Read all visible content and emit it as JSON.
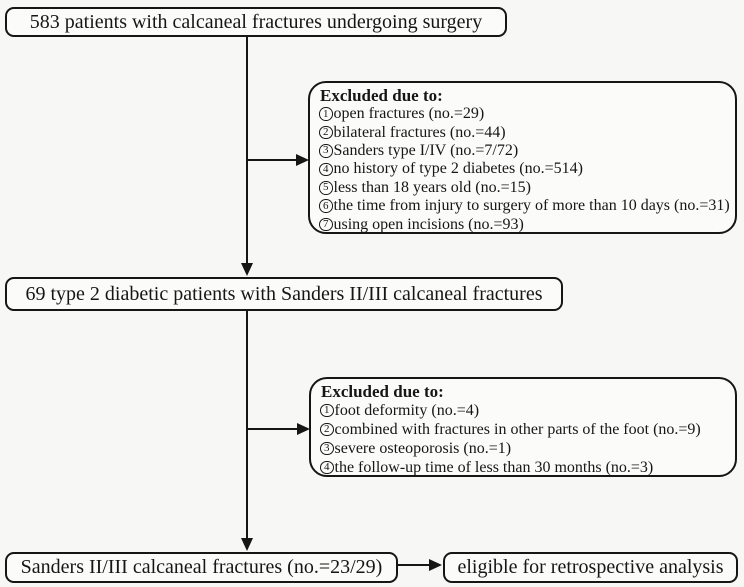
{
  "diagram": {
    "top_box": "583 patients with calcaneal fractures undergoing surgery",
    "exclusion_box_1": {
      "heading": "Excluded due to:",
      "items": [
        {
          "num": "1",
          "text": "open fractures (no.=29)"
        },
        {
          "num": "2",
          "text": "bilateral fractures (no.=44)"
        },
        {
          "num": "3",
          "text": "Sanders type I/IV (no.=7/72)"
        },
        {
          "num": "4",
          "text": "no history of type 2 diabetes (no.=514)"
        },
        {
          "num": "5",
          "text": "less than 18 years old (no.=15)"
        },
        {
          "num": "6",
          "text": "the time from injury to surgery of more than 10 days (no.=31)"
        },
        {
          "num": "7",
          "text": "using open incisions (no.=93)"
        }
      ]
    },
    "middle_box": "69 type 2 diabetic patients with Sanders II/III calcaneal fractures",
    "exclusion_box_2": {
      "heading": "Excluded due to:",
      "items": [
        {
          "num": "1",
          "text": "foot deformity (no.=4)"
        },
        {
          "num": "2",
          "text": "combined with fractures in other parts of the foot (no.=9)"
        },
        {
          "num": "3",
          "text": "severe osteoporosis (no.=1)"
        },
        {
          "num": "4",
          "text": "the follow-up time of less than 30 months (no.=3)"
        }
      ]
    },
    "bottom_left_box": "Sanders II/III calcaneal fractures (no.=23/29)",
    "bottom_right_box": "eligible for retrospective analysis"
  },
  "colors": {
    "line": "#161616",
    "text": "#161616",
    "background": "#f7f7f6",
    "box_fill": "#fbfbfa"
  }
}
